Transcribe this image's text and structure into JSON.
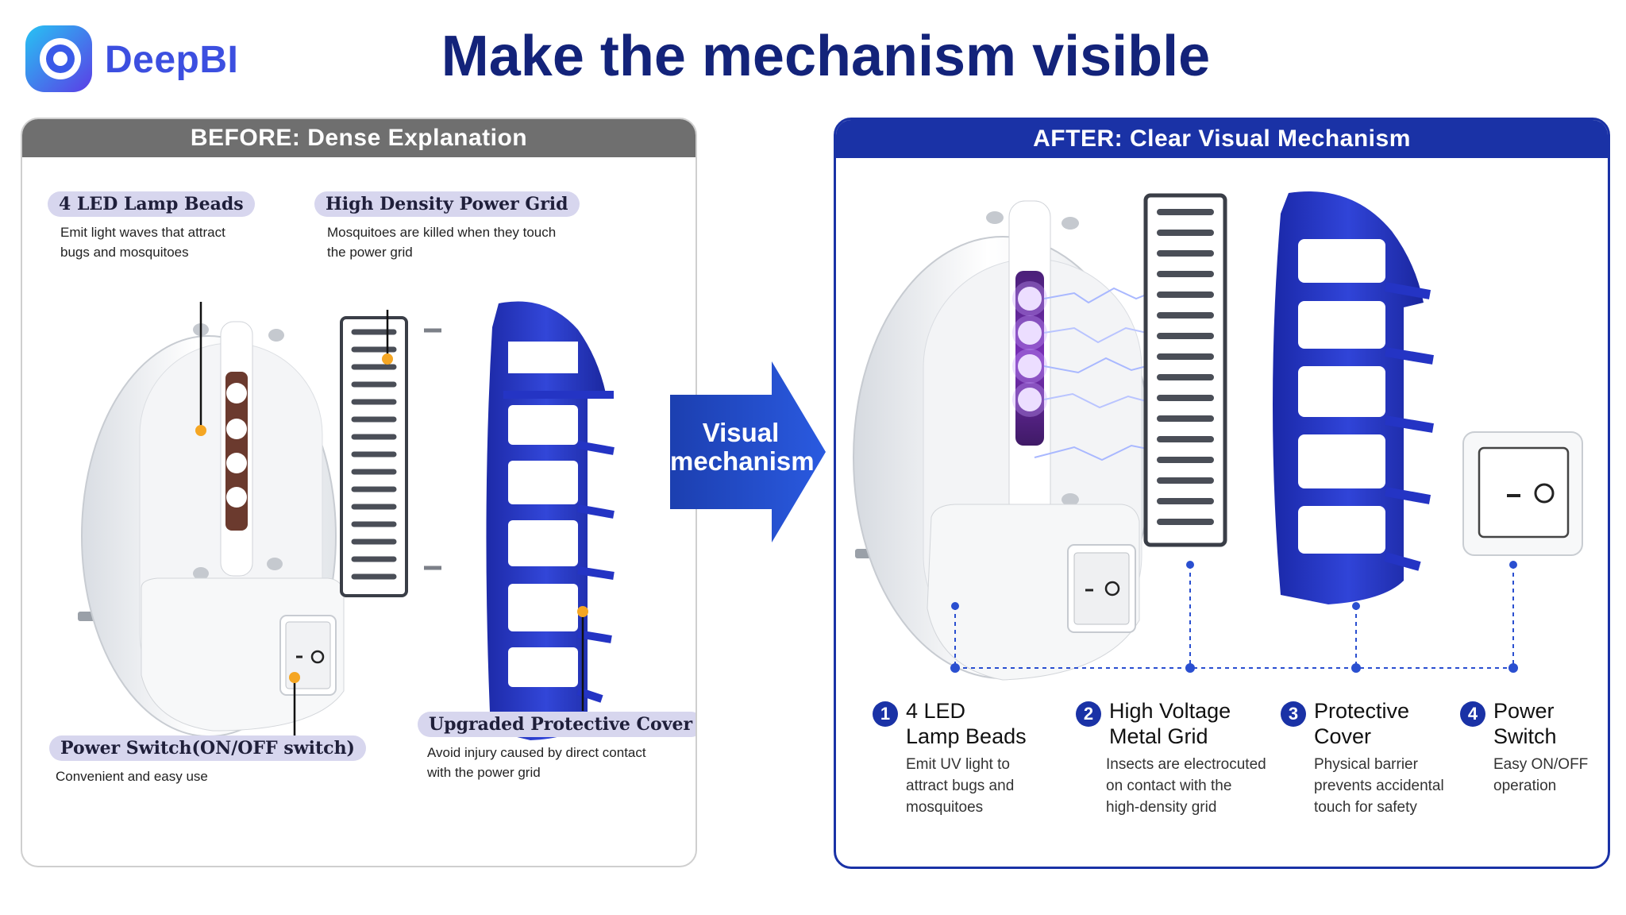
{
  "brand": {
    "name": "DeepBI"
  },
  "title": "Make the mechanism visible",
  "arrow": {
    "line1": "Visual",
    "line2": "mechanism"
  },
  "before": {
    "header": "BEFORE: Dense Explanation",
    "callouts": [
      {
        "title": "4 LED Lamp Beads",
        "lines": [
          "Emit light waves that attract",
          "bugs and mosquitoes"
        ]
      },
      {
        "title": "High Density Power Grid",
        "lines": [
          "Mosquitoes are killed when they touch",
          "the power grid"
        ]
      },
      {
        "title": "Power Switch(ON/OFF switch)",
        "lines": [
          "Convenient and easy use"
        ]
      },
      {
        "title": "Upgraded Protective Cover",
        "lines": [
          "Avoid injury caused by direct contact",
          "with the power grid"
        ]
      }
    ]
  },
  "after": {
    "header": "AFTER: Clear Visual Mechanism",
    "items": [
      {
        "num": "1",
        "title": [
          "4 LED",
          "Lamp Beads"
        ],
        "desc": [
          "Emit UV light to",
          "attract bugs and",
          "mosquitoes"
        ]
      },
      {
        "num": "2",
        "title": [
          "High Voltage",
          "Metal Grid"
        ],
        "desc": [
          "Insects are electrocuted",
          "on contact with the",
          "high-density grid"
        ]
      },
      {
        "num": "3",
        "title": [
          "Protective",
          "Cover"
        ],
        "desc": [
          "Physical barrier",
          "prevents accidental",
          "touch for safety"
        ]
      },
      {
        "num": "4",
        "title": [
          "Power",
          "Switch"
        ],
        "desc": [
          "Easy ON/OFF",
          "operation"
        ]
      }
    ]
  },
  "colors": {
    "navy": "#13237a",
    "brand_blue": "#1a32a6",
    "cover_blue": "#2434c4",
    "dot_orange": "#f5a623",
    "uv_purple": "#7a2fb8"
  }
}
